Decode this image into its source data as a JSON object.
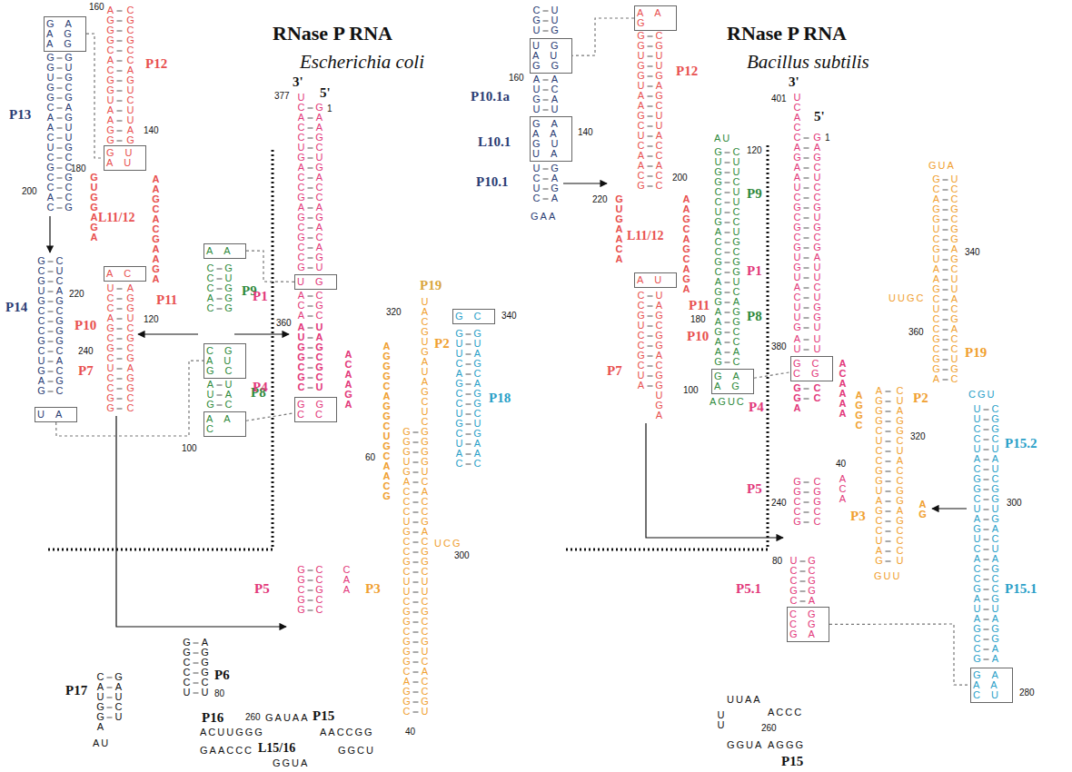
{
  "diagram": {
    "nodes": [
      {
        "text": [
          "GAAGAG"
        ]
      },
      {
        "text": [
          "GUAU"
        ]
      },
      {
        "text": [
          "AA"
        ]
      },
      {
        "text": [
          "UG"
        ]
      },
      {
        "text": [
          "AC"
        ]
      },
      {
        "text": [
          "CGAUGC"
        ]
      },
      {
        "text": [
          "GGCC"
        ]
      },
      {
        "text": [
          "AAC"
        ]
      },
      {
        "text": [
          "GC"
        ]
      },
      {
        "text": [
          "UA"
        ]
      },
      {
        "text": [
          "UGAUGG"
        ]
      },
      {
        "text": [
          "AAG"
        ]
      },
      {
        "text": [
          "GAAAGUUA"
        ]
      },
      {
        "text": [
          "AU"
        ]
      },
      {
        "text": [
          "GCCG"
        ]
      },
      {
        "text": [
          "GAAG"
        ]
      },
      {
        "text": [
          "CGCGGA"
        ]
      },
      {
        "text": [
          "GAAACU"
        ]
      }
    ],
    "edges": [
      {
        "from": 0,
        "to": 1,
        "arrow": "none"
      },
      {
        "from": 2,
        "to": 3,
        "arrow": "none"
      },
      {
        "from": 9,
        "to": 5,
        "arrow": "none"
      },
      {
        "from": 7,
        "to": 6,
        "arrow": "none"
      },
      {
        "from": 11,
        "to": 10,
        "arrow": "none"
      },
      {
        "from": 15,
        "to": 14,
        "arrow": "none"
      },
      {
        "from": 16,
        "to": 17,
        "arrow": "none"
      }
    ],
    "labels": [
      "RNase P RNA",
      "Escherichia coli",
      "RNase P RNA",
      "Bacillus subtilis",
      "AGGGCACGGUAAGG",
      "CGCGCCAGUCUUAG",
      "P12",
      "160",
      "140",
      "GUGGAGA",
      "AAGCACGAAGA",
      "L11/12",
      "180",
      "UCCAGCGCUCCGG",
      "AGGUCGCGAGGCC",
      "P11",
      "120",
      "P10",
      "240",
      "P7",
      "GGUGGCAACUCGCCAC",
      "GUGCGAGUUGCCGCCG",
      "P13",
      "200",
      "GCGUGCCCGCUGAG",
      "CUCAGCGGGCACGC",
      "P14",
      "220",
      "CCCAC",
      "GUGGG",
      "P9",
      "AUG",
      "UAC",
      "P8",
      "100",
      "3'",
      "377",
      "UCACCUGACCGAGCGCCG",
      "5'",
      "1",
      "GAAGCUGACCAGACAGU",
      "P1",
      "ACA",
      "CGC",
      "AUGGCGC",
      "UAGCGCU",
      "360",
      "P4",
      "ACAAGA",
      "GGCGG",
      "CCGCC",
      "CAA",
      "P5",
      "P19",
      "AGGGCAGGCUGCAACG",
      "GGGUGACCCUGCCGCUUCGGCGGGCAGGC",
      "UACGUGAUAGCUCGGGGUCACCGACGGCUUCGCCGUCACCGU",
      "P2",
      "P3",
      "60",
      "320",
      "40",
      "UCG",
      "300",
      "GUUCAGCCUGCUAC",
      "GUAGCAGGCUGAAC",
      "P18",
      "340",
      "GGCCCU",
      "AGGGCU",
      "P6",
      "80",
      "CAUGGA",
      "GAUCU",
      "P17",
      "AU",
      "ACUUGGG",
      "P16",
      "260",
      "GAUAA",
      "P15",
      "AACCGG",
      "GAACCC",
      "L15/16",
      "GGUA",
      "GGCU",
      "CGU",
      "UUG",
      "AUGU",
      "ACAU",
      "P10.1a",
      "160",
      "L10.1",
      "140",
      "UCUC",
      "GAGA",
      "P10.1",
      "GAA",
      "GGUGGUAAGCUCAACG",
      "CGUUGAGCUUACCACC",
      "P12",
      "200",
      "GUGAACA",
      "AAGCAGCAGA",
      "L11/12",
      "220",
      "CCGUCCGCUA",
      "UAGCGGACGGUGA",
      "P11",
      "180",
      "P10",
      "P7",
      "AU",
      "GUGGCCUGACCGCAGGAAGAAG",
      "CUUCUUCCUGCGGUCAGGCCAC",
      "P9",
      "120",
      "P8",
      "AGUC",
      "100",
      "3'",
      "401",
      "UCACCAGAAUCGCGCGUGUACUUG",
      "5'",
      "1",
      "GAGCUCCGUGCGAUUCUGGU",
      "P1",
      "AU",
      "UU",
      "380",
      "GGA",
      "CC",
      "ACAAAA",
      "P4",
      "GGCCG",
      "CGGCC",
      "ACA",
      "P5",
      "240",
      "UCCGC",
      "GCGGA",
      "80",
      "P5.1",
      "UUAA",
      "ACCC",
      "UU",
      "GGUA",
      "260",
      "AGGG",
      "P15",
      "GUA",
      "GCAGGUCGUAAGCUCCGCGGA",
      "UCCGCGGAGCUUACGACCUGC",
      "UUGC",
      "340",
      "360",
      "P19",
      "AGGGCUCCGGUAGCCUAG",
      "CUAGGCUACCGGAGCCCU",
      "AGGC",
      "GUU",
      "P2",
      "320",
      "40",
      "P3",
      "AG",
      "CGU",
      "UUCCUACGGCUAGUCACCGAUAGCCG",
      "CGGCUAUCGGUGACUAGCCGUAGGAA",
      "P15.2",
      "300",
      "P15.1",
      "280"
    ]
  }
}
